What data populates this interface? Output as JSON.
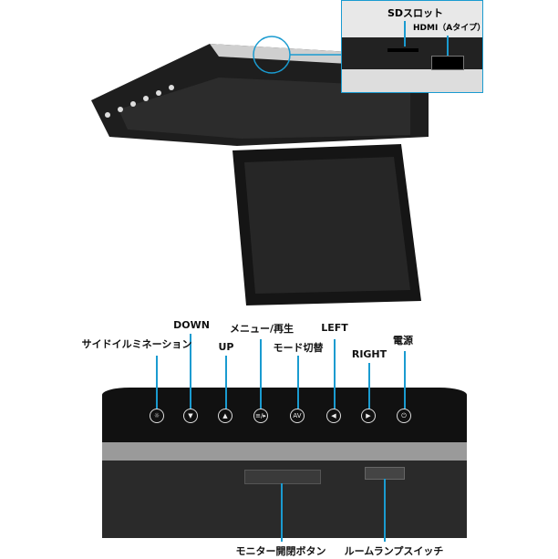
{
  "inset": {
    "sd_label": "SDスロット",
    "hdmi_label": "HDMI（Aタイプ）"
  },
  "buttons": [
    {
      "label": "サイドイルミネーション",
      "glyph": "☼"
    },
    {
      "label": "DOWN",
      "glyph": "▼"
    },
    {
      "label": "UP",
      "glyph": "▲"
    },
    {
      "label": "メニュー/再生",
      "glyph": "≡/▸"
    },
    {
      "label": "モード切替",
      "glyph": "AV"
    },
    {
      "label": "LEFT",
      "glyph": "◀"
    },
    {
      "label": "RIGHT",
      "glyph": "▶"
    },
    {
      "label": "電源",
      "glyph": "⏻"
    }
  ],
  "bottom": {
    "monitor_button": "モニター開閉ボタン",
    "room_lamp": "ルームランプスイッチ"
  },
  "colors": {
    "accent": "#1a9bd0",
    "device": "#1c1c1c"
  }
}
